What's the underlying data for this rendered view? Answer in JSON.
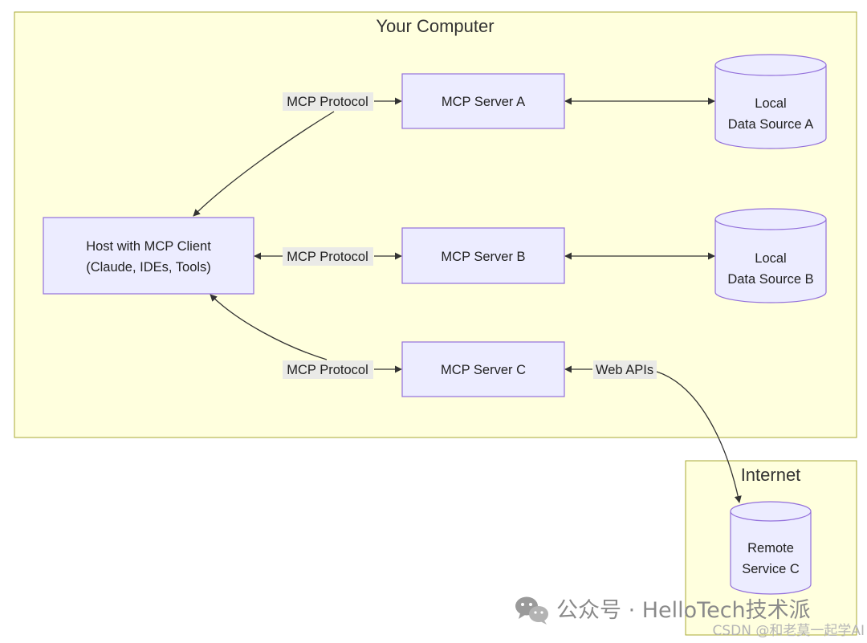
{
  "clusters": {
    "your_computer": {
      "title": "Your Computer"
    },
    "internet": {
      "title": "Internet"
    }
  },
  "nodes": {
    "host": {
      "line1": "Host with MCP Client",
      "line2": "(Claude, IDEs, Tools)"
    },
    "server_a": {
      "label": "MCP Server A"
    },
    "server_b": {
      "label": "MCP Server B"
    },
    "server_c": {
      "label": "MCP Server C"
    },
    "data_a": {
      "line1": "Local",
      "line2": "Data Source A"
    },
    "data_b": {
      "line1": "Local",
      "line2": "Data Source B"
    },
    "remote_c": {
      "line1": "Remote",
      "line2": "Service C"
    }
  },
  "edges": {
    "host_a": {
      "label": "MCP Protocol"
    },
    "host_b": {
      "label": "MCP Protocol"
    },
    "host_c": {
      "label": "MCP Protocol"
    },
    "c_remote": {
      "label": "Web APIs"
    }
  },
  "watermark": {
    "brand": "公众号 · HelloTech技术派",
    "credit": "CSDN @和老莫一起学AI",
    "icon": "wechat-icon"
  },
  "colors": {
    "cluster_fill": "#ffffde",
    "cluster_stroke": "#aaaa33",
    "node_fill": "#ececff",
    "node_stroke": "#9370db",
    "edge": "#333333"
  }
}
